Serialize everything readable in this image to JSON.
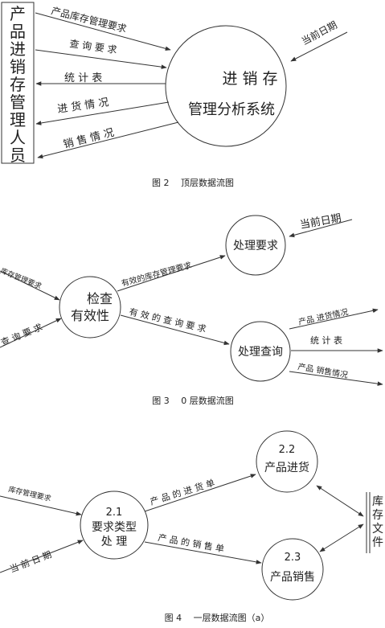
{
  "fig2": {
    "caption": "图 2　 顶层数据流图",
    "entity_label": "产品进销存管理人员",
    "process_label_line1": "进 销 存",
    "process_label_line2": "管理分析系统",
    "flows": {
      "inventory_request": "产品库存管理要求",
      "query_request": "查 询 要 求",
      "stat_table": "统 计 表",
      "purchase_status": "进 货 情 况",
      "sales_status": "销 售 情 况",
      "current_date": "当前日期"
    }
  },
  "fig3": {
    "caption": "图 3　 0 层数据流图",
    "check_line1": "检查",
    "check_line2": "有效性",
    "process_request": "处理要求",
    "process_query": "处理查询",
    "flows": {
      "current_date": "当前日期",
      "valid_inventory_request": "有效的库存管理要求",
      "valid_query_request": "有 效 的 查 询 要 求",
      "inventory_request": "库存管理要求",
      "query_request": "查 询 要 求",
      "purchase_status": "产品 进货情况",
      "stat_table": "统 计 表",
      "sales_status": "产品 销售情况"
    }
  },
  "fig4": {
    "caption": "图 4　 一层数据流图（a）",
    "p21_num": "2.1",
    "p21_line1": "要求类型",
    "p21_line2": "处 理",
    "p22_num": "2.2",
    "p22_label": "产品进货",
    "p23_num": "2.3",
    "p23_label": "产品销售",
    "store_label": "库存文件",
    "flows": {
      "inventory_request": "库存管理要求",
      "current_date": "当 前 日 期",
      "purchase_order": "产 品 的 进 货 单",
      "sales_order": "产 品 的 销 售 单"
    }
  }
}
